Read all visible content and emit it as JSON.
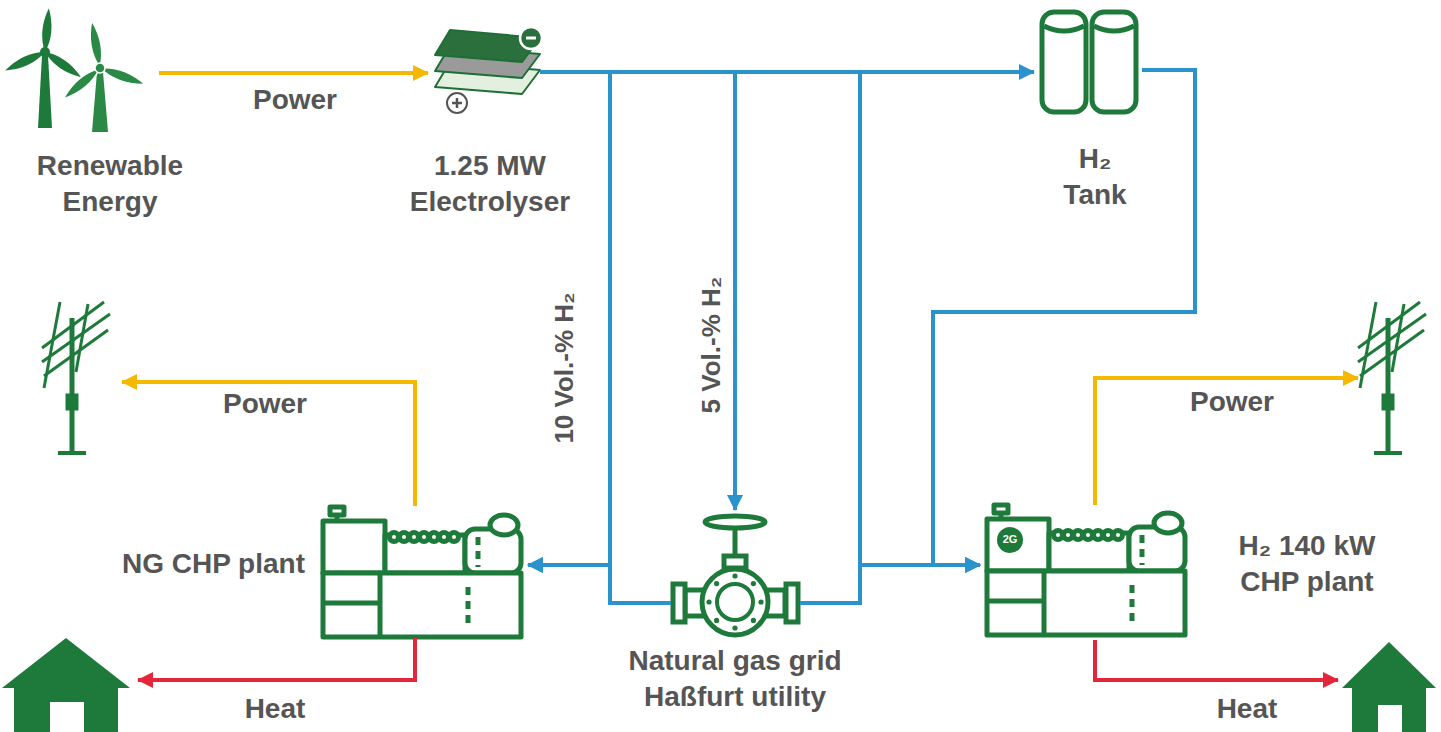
{
  "diagram": {
    "nodes": [
      {
        "text": [
          "Renewable Energy"
        ]
      },
      {
        "text": [
          "1.25 MW Electrolyser"
        ]
      },
      {
        "text": [
          "H₂ Tank"
        ]
      },
      {
        "text": [
          "NG CHP plant"
        ]
      },
      {
        "text": [
          "Natural gas grid Haßfurt utility"
        ]
      },
      {
        "text": [
          "H₂ 140 kW CHP plant"
        ]
      }
    ],
    "edges": [
      {
        "from": 0,
        "to": 1,
        "arrow": "to",
        "label": "Power"
      },
      {
        "from": 1,
        "to": 2,
        "arrow": "to"
      },
      {
        "from": 1,
        "to": 4,
        "arrow": "to",
        "label": "5 Vol.-% H₂"
      },
      {
        "from": 1,
        "to": 3,
        "arrow": "to",
        "label": "10 Vol.-% H₂"
      },
      {
        "from": 4,
        "to": 3,
        "arrow": "to"
      },
      {
        "from": 1,
        "to": 5,
        "arrow": "to"
      },
      {
        "from": 4,
        "to": 5,
        "arrow": "to"
      },
      {
        "from": 2,
        "to": 5,
        "arrow": "to"
      }
    ],
    "labels": [
      "Power",
      "Heat",
      "Power",
      "Heat",
      "2G"
    ]
  }
}
